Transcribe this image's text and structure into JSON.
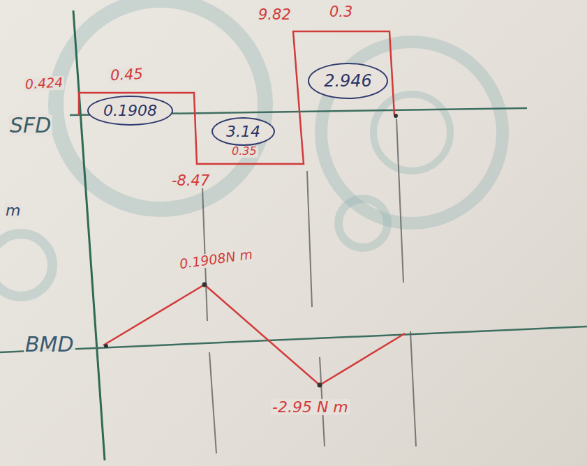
{
  "diagram": {
    "nodes": [
      {
        "text": [
          "0.1908"
        ]
      },
      {
        "text": [
          "3.14"
        ]
      },
      {
        "text": [
          "2.946"
        ]
      }
    ],
    "labels": [
      "0.424",
      "0.45",
      "9.82",
      "0.3",
      "SFD",
      "0.35",
      "-8.47",
      "m",
      "0.1908N m",
      "BMD",
      "-2.95 N m"
    ]
  }
}
